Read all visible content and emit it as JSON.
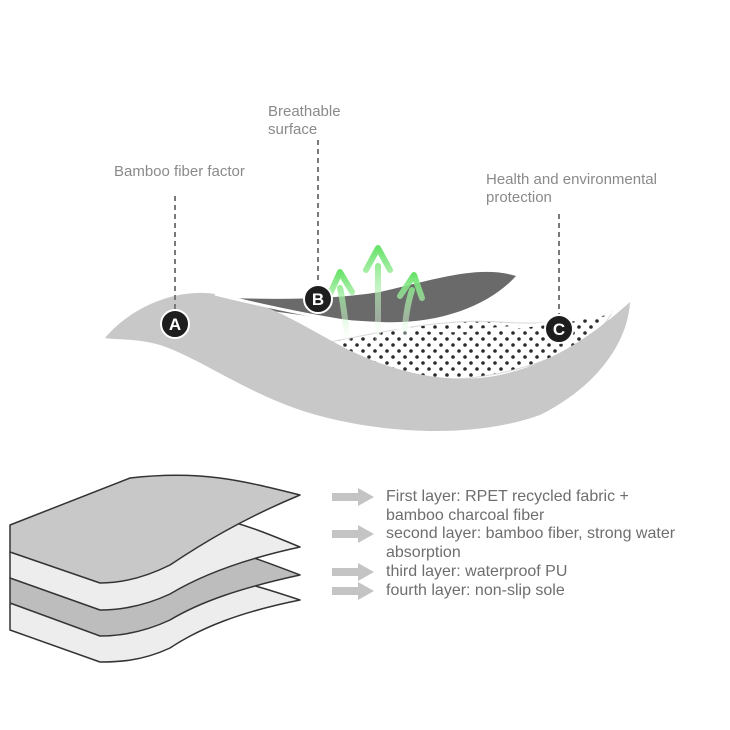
{
  "callouts": {
    "a": {
      "letter": "A",
      "label": "Bamboo fiber factor"
    },
    "b": {
      "letter": "B",
      "label_line1": "Breathable",
      "label_line2": "surface"
    },
    "c": {
      "letter": "C",
      "label_line1": "Health and environmental",
      "label_line2": "protection"
    }
  },
  "legend": [
    {
      "line1": "First layer: RPET recycled fabric +",
      "line2": "bamboo charcoal fiber"
    },
    {
      "line1": "second layer: bamboo fiber, strong water",
      "line2": "absorption"
    },
    {
      "line1": "third layer: waterproof PU",
      "line2": ""
    },
    {
      "line1": "fourth layer: non-slip sole",
      "line2": ""
    }
  ],
  "colors": {
    "layer_fill": "#c8c8c8",
    "dark_layer": "#6a6a6a",
    "marker_fill": "#1e1e1e",
    "breath_arrow": "#6be36b",
    "legend_arrow": "#c4c4c4",
    "text": "#8a8a8a"
  }
}
